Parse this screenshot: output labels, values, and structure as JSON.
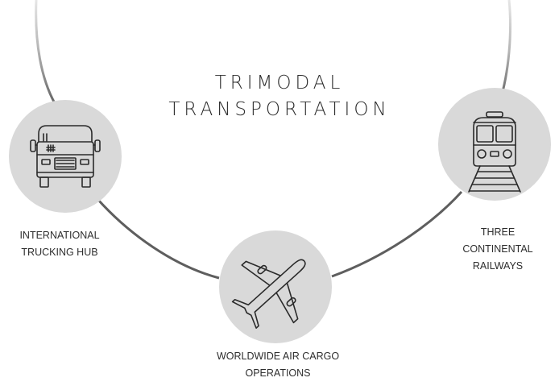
{
  "title": {
    "line1": "TRIMODAL",
    "line2": "TRANSPORTATION"
  },
  "nodes": [
    {
      "id": "truck",
      "icon": "truck-icon",
      "label_lines": [
        "INTERNATIONAL",
        "TRUCKING HUB"
      ]
    },
    {
      "id": "air",
      "icon": "airplane-icon",
      "label_lines": [
        "WORLDWIDE AIR CARGO",
        "OPERATIONS"
      ]
    },
    {
      "id": "rail",
      "icon": "train-icon",
      "label_lines": [
        "THREE",
        "CONTINENTAL",
        "RAILWAYS"
      ]
    }
  ],
  "colors": {
    "arc": "#5e5e5e",
    "arc_faded": "#cfcfcf",
    "circle_fill": "#d9d9d9",
    "icon_stroke": "#2a2a2a",
    "text": "#2e2e2e"
  }
}
